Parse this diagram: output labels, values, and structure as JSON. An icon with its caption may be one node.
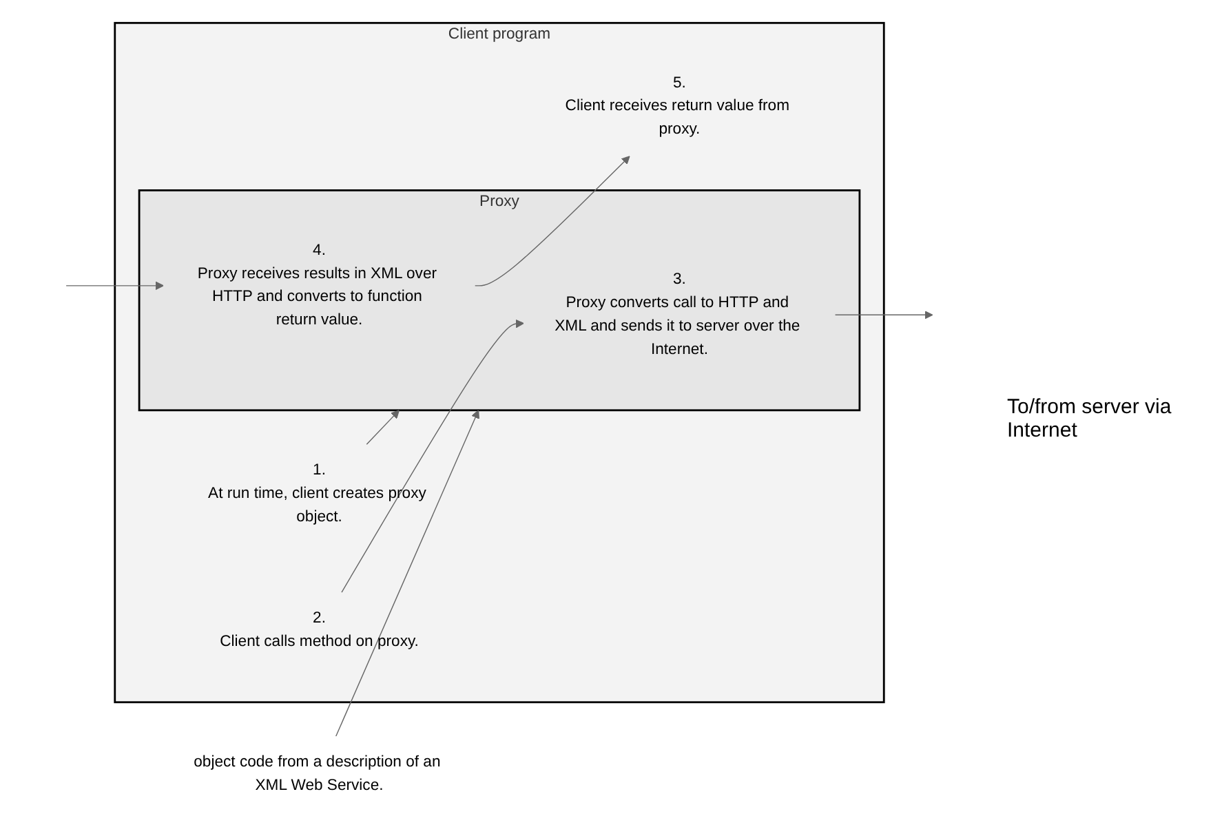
{
  "diagram": {
    "nodes": [
      {
        "text": [
          "object code from a description of an XML Web Service."
        ]
      },
      {
        "text": [
          "Client program"
        ]
      },
      {
        "text": [
          "1.",
          "At run time, client creates proxy object."
        ],
        "in": 1
      },
      {
        "text": [
          "2.",
          "Client calls method on proxy."
        ],
        "in": 1
      },
      {
        "text": [
          "Proxy"
        ],
        "in": 1
      },
      {
        "text": [
          "3.",
          "Proxy converts call to HTTP and XML and sends it to server over the Internet."
        ],
        "in": 4
      },
      {
        "text": [
          "4.",
          "Proxy receives results in XML over HTTP and converts to function return value."
        ],
        "in": 4
      },
      {
        "text": [
          "5.",
          "Client receives return value from proxy."
        ],
        "in": 1
      }
    ],
    "edges": [
      {
        "from": 0,
        "to": 4,
        "arrow": "to"
      },
      {
        "from": 2,
        "to": 4,
        "arrow": "to"
      },
      {
        "from": 3,
        "to": 5,
        "arrow": "to"
      },
      {
        "from": 5,
        "to": null,
        "arrow": "to"
      },
      {
        "from": null,
        "to": 6,
        "arrow": "to"
      },
      {
        "from": 6,
        "to": 7,
        "arrow": "to"
      }
    ],
    "labels": [
      "To/from server via Internet"
    ]
  }
}
